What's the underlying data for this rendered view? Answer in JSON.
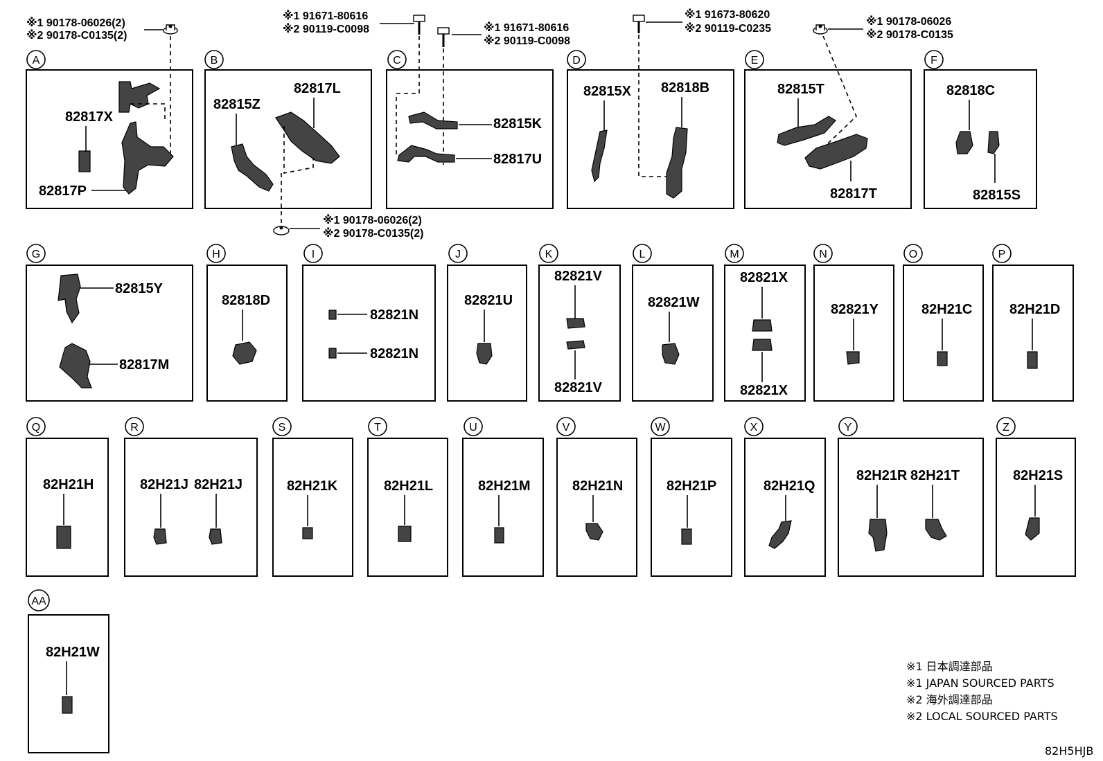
{
  "panels": {
    "A": {
      "letter": "A",
      "parts": [
        "82817X",
        "82817P"
      ]
    },
    "B": {
      "letter": "B",
      "parts": [
        "82815Z",
        "82817L"
      ]
    },
    "C": {
      "letter": "C",
      "parts": [
        "82815K",
        "82817U"
      ]
    },
    "D": {
      "letter": "D",
      "parts": [
        "82815X",
        "82818B"
      ]
    },
    "E": {
      "letter": "E",
      "parts": [
        "82815T",
        "82817T"
      ]
    },
    "F": {
      "letter": "F",
      "parts": [
        "82818C",
        "82815S"
      ]
    },
    "G": {
      "letter": "G",
      "parts": [
        "82815Y",
        "82817M"
      ]
    },
    "H": {
      "letter": "H",
      "parts": [
        "82818D"
      ]
    },
    "I": {
      "letter": "I",
      "parts": [
        "82821N",
        "82821N"
      ]
    },
    "J": {
      "letter": "J",
      "parts": [
        "82821U"
      ]
    },
    "K": {
      "letter": "K",
      "parts": [
        "82821V",
        "82821V"
      ]
    },
    "L": {
      "letter": "L",
      "parts": [
        "82821W"
      ]
    },
    "M": {
      "letter": "M",
      "parts": [
        "82821X",
        "82821X"
      ]
    },
    "N": {
      "letter": "N",
      "parts": [
        "82821Y"
      ]
    },
    "O": {
      "letter": "O",
      "parts": [
        "82H21C"
      ]
    },
    "P": {
      "letter": "P",
      "parts": [
        "82H21D"
      ]
    },
    "Q": {
      "letter": "Q",
      "parts": [
        "82H21H"
      ]
    },
    "R": {
      "letter": "R",
      "parts": [
        "82H21J",
        "82H21J"
      ]
    },
    "S": {
      "letter": "S",
      "parts": [
        "82H21K"
      ]
    },
    "T": {
      "letter": "T",
      "parts": [
        "82H21L"
      ]
    },
    "U": {
      "letter": "U",
      "parts": [
        "82H21M"
      ]
    },
    "V": {
      "letter": "V",
      "parts": [
        "82H21N"
      ]
    },
    "W": {
      "letter": "W",
      "parts": [
        "82H21P"
      ]
    },
    "X": {
      "letter": "X",
      "parts": [
        "82H21Q"
      ]
    },
    "Y": {
      "letter": "Y",
      "parts": [
        "82H21R",
        "82H21T"
      ]
    },
    "Z": {
      "letter": "Z",
      "parts": [
        "82H21S"
      ]
    },
    "AA": {
      "letter": "AA",
      "parts": [
        "82H21W"
      ]
    }
  },
  "fasteners": {
    "a_top": [
      "※1 90178-06026(2)",
      "※2 90178-C0135(2)"
    ],
    "c_left": [
      "※1 91671-80616",
      "※2 90119-C0098"
    ],
    "c_right": [
      "※1 91671-80616",
      "※2 90119-C0098"
    ],
    "d_top": [
      "※1 91673-80620",
      "※2 90119-C0235"
    ],
    "e_top": [
      "※1 90178-06026",
      "※2 90178-C0135"
    ],
    "b_bottom": [
      "※1 90178-06026(2)",
      "※2 90178-C0135(2)"
    ]
  },
  "legend": [
    "※1 日本調達部品",
    "※1 JAPAN SOURCED PARTS",
    "※2 海外調達部品",
    "※2 LOCAL SOURCED PARTS"
  ],
  "figure_code": "82H5HJB"
}
